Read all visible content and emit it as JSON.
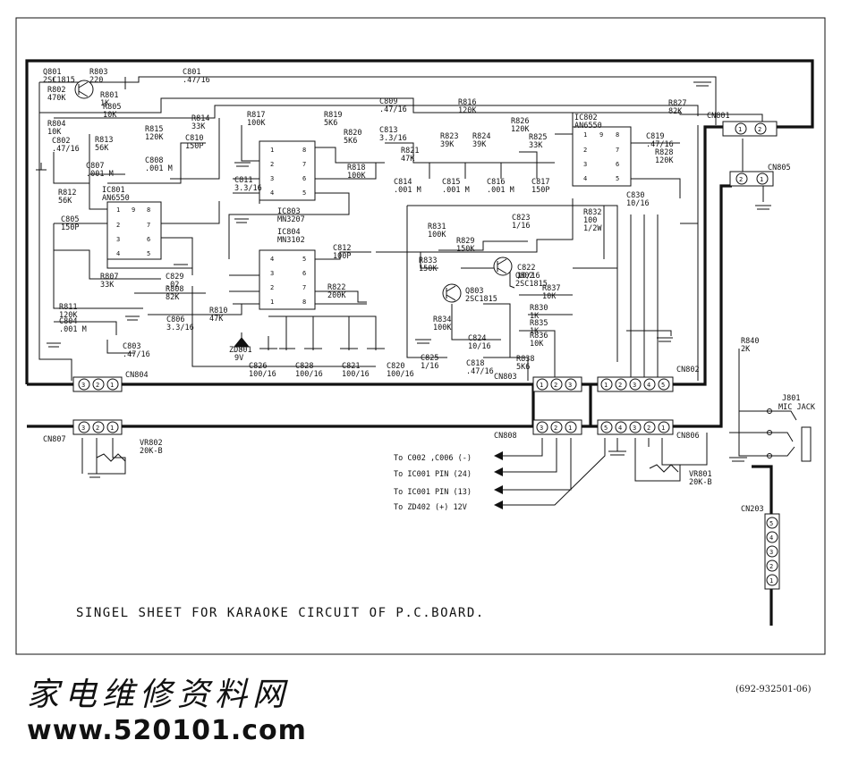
{
  "title": "SINGEL SHEET FOR KARAOKE CIRCUIT OF P.C.BOARD.",
  "doc_code": "(692-932501-06)",
  "watermark": {
    "chinese": "家电维修资料网",
    "url": "www.520101.com"
  },
  "ics": [
    {
      "ref": "IC801",
      "part": "AN6550",
      "pins": [
        "1",
        "9",
        "8",
        "2",
        "7",
        "3",
        "6",
        "4",
        "5"
      ]
    },
    {
      "ref": "IC802",
      "part": "AN6550",
      "pins": [
        "1",
        "9",
        "8",
        "2",
        "7",
        "3",
        "6",
        "4",
        "5"
      ]
    },
    {
      "ref": "IC803",
      "part": "MN3207",
      "pins": [
        "1",
        "8",
        "2",
        "7",
        "3",
        "6",
        "4",
        "5"
      ]
    },
    {
      "ref": "IC804",
      "part": "MN3102",
      "pins": [
        "4",
        "5",
        "3",
        "6",
        "2",
        "7",
        "1",
        "8"
      ]
    }
  ],
  "transistors": [
    {
      "ref": "Q801",
      "part": "2SC1815"
    },
    {
      "ref": "Q802",
      "part": "2SC1815"
    },
    {
      "ref": "Q803",
      "part": "2SC1815"
    }
  ],
  "diode": {
    "ref": "ZD801",
    "value": "9V"
  },
  "resistors": [
    {
      "ref": "R803",
      "value": "220"
    },
    {
      "ref": "R802",
      "value": "470K"
    },
    {
      "ref": "R801",
      "value": "1K"
    },
    {
      "ref": "R805",
      "value": "10K"
    },
    {
      "ref": "R804",
      "value": "10K"
    },
    {
      "ref": "R813",
      "value": "56K"
    },
    {
      "ref": "R812",
      "value": "56K"
    },
    {
      "ref": "R815",
      "value": "120K"
    },
    {
      "ref": "R814",
      "value": "33K"
    },
    {
      "ref": "R817",
      "value": "100K"
    },
    {
      "ref": "R819",
      "value": "5K6"
    },
    {
      "ref": "R820",
      "value": "5K6"
    },
    {
      "ref": "R816",
      "value": "120K"
    },
    {
      "ref": "R827",
      "value": "82K"
    },
    {
      "ref": "R826",
      "value": "120K"
    },
    {
      "ref": "R825",
      "value": "33K"
    },
    {
      "ref": "R823",
      "value": "39K"
    },
    {
      "ref": "R824",
      "value": "39K"
    },
    {
      "ref": "R821",
      "value": "47K"
    },
    {
      "ref": "R818",
      "value": "100K"
    },
    {
      "ref": "R828",
      "value": "120K"
    },
    {
      "ref": "R807",
      "value": "33K"
    },
    {
      "ref": "R808",
      "value": "82K"
    },
    {
      "ref": "R811",
      "value": "120K"
    },
    {
      "ref": "R810",
      "value": "47K"
    },
    {
      "ref": "R822",
      "value": "200K"
    },
    {
      "ref": "R831",
      "value": "100K"
    },
    {
      "ref": "R829",
      "value": "150K"
    },
    {
      "ref": "R833",
      "value": "150K"
    },
    {
      "ref": "R832",
      "value": "100"
    },
    {
      "ref": "R837",
      "value": "10K"
    },
    {
      "ref": "R830",
      "value": "1K"
    },
    {
      "ref": "R835",
      "value": "1K"
    },
    {
      "ref": "R834",
      "value": "100K"
    },
    {
      "ref": "R836",
      "value": "10K"
    },
    {
      "ref": "R838",
      "value": "5K6"
    },
    {
      "ref": "R840",
      "value": "2K"
    }
  ],
  "capacitors": [
    {
      "ref": "C801",
      "value": ".47/16"
    },
    {
      "ref": "C809",
      "value": ".47/16"
    },
    {
      "ref": "C802",
      "value": ".47/16"
    },
    {
      "ref": "C807",
      "value": ".001 M"
    },
    {
      "ref": "C810",
      "value": "150P"
    },
    {
      "ref": "C808",
      "value": ".001 M"
    },
    {
      "ref": "C813",
      "value": "3.3/16"
    },
    {
      "ref": "C811",
      "value": "3.3/16"
    },
    {
      "ref": "C814",
      "value": ".001 M"
    },
    {
      "ref": "C815",
      "value": ".001 M"
    },
    {
      "ref": "C816",
      "value": ".001 M"
    },
    {
      "ref": "C817",
      "value": "150P"
    },
    {
      "ref": "C819",
      "value": ".47/16"
    },
    {
      "ref": "C805",
      "value": "150P"
    },
    {
      "ref": "C829",
      "value": ".02"
    },
    {
      "ref": "C806",
      "value": "3.3/16"
    },
    {
      "ref": "C804",
      "value": ".001 M"
    },
    {
      "ref": "C803",
      "value": ".47/16"
    },
    {
      "ref": "C812",
      "value": "100P"
    },
    {
      "ref": "C823",
      "value": "1/16"
    },
    {
      "ref": "C830",
      "value": "10/16"
    },
    {
      "ref": "C822",
      "value": "10/16"
    },
    {
      "ref": "C824",
      "value": "10/16"
    },
    {
      "ref": "C825",
      "value": "1/16"
    },
    {
      "ref": "C818",
      "value": ".47/16"
    },
    {
      "ref": "C826",
      "value": "100/16"
    },
    {
      "ref": "C828",
      "value": "100/16"
    },
    {
      "ref": "C821",
      "value": "100/16"
    },
    {
      "ref": "C820",
      "value": "100/16"
    }
  ],
  "r832_power": "1/2W",
  "connectors": [
    {
      "ref": "CN801",
      "pins": [
        "1",
        "2"
      ]
    },
    {
      "ref": "CN805",
      "pins": [
        "2",
        "1"
      ]
    },
    {
      "ref": "CN804",
      "pins": [
        "3",
        "2",
        "1"
      ]
    },
    {
      "ref": "CN807",
      "pins": [
        "3",
        "2",
        "1"
      ]
    },
    {
      "ref": "CN803",
      "pins": [
        "1",
        "2",
        "3"
      ]
    },
    {
      "ref": "CN808",
      "pins": [
        "3",
        "2",
        "1"
      ]
    },
    {
      "ref": "CN802",
      "pins": [
        "1",
        "2",
        "3",
        "4",
        "5"
      ]
    },
    {
      "ref": "CN806",
      "pins": [
        "5",
        "4",
        "3",
        "2",
        "1"
      ]
    },
    {
      "ref": "CN203",
      "pins": [
        "5",
        "4",
        "3",
        "2",
        "1"
      ]
    }
  ],
  "pots": [
    {
      "ref": "VR802",
      "value": "20K-B"
    },
    {
      "ref": "VR801",
      "value": "20K-B"
    }
  ],
  "jack": {
    "ref": "J801",
    "name": "MIC JACK"
  },
  "outputs": [
    "To C002 ,C006 (-)",
    "To IC001 PIN (24)",
    "To IC001 PIN (13)",
    "To ZD402 (+) 12V"
  ]
}
